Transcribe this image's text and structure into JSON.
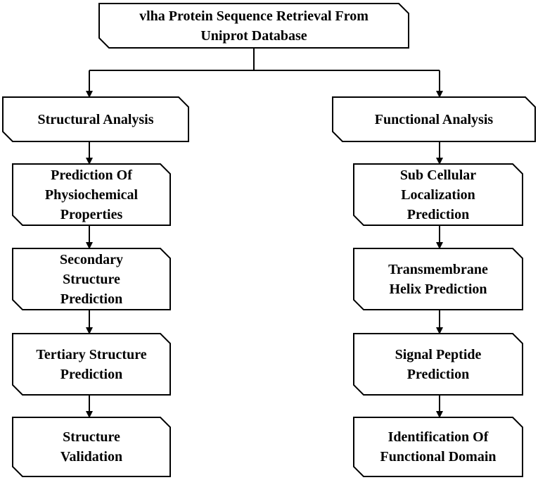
{
  "nodes": {
    "root": "vlha Protein Sequence Retrieval From\nUniprot Database",
    "structural": "Structural Analysis",
    "functional": "Functional Analysis",
    "physio": "Prediction Of\nPhysiochemical\nProperties",
    "secondary": "Secondary\nStructure\nPrediction",
    "tertiary": "Tertiary Structure\nPrediction",
    "validation": "Structure\nValidation",
    "subcell": "Sub Cellular\nLocalization\nPrediction",
    "transmem": "Transmembrane\nHelix Prediction",
    "signal": "Signal Peptide\nPrediction",
    "domain": "Identification Of\nFunctional Domain"
  },
  "colors": {
    "stroke": "#000000",
    "fill": "#ffffff",
    "text": "#000000"
  }
}
